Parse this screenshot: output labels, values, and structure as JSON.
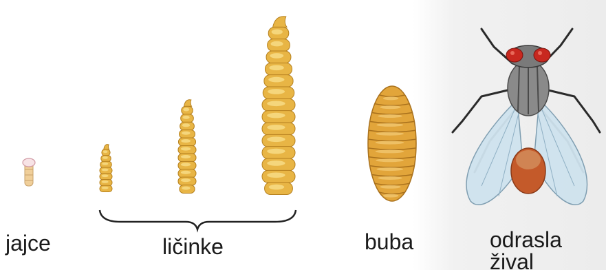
{
  "colors": {
    "larva_body": "#e8b545",
    "larva_highlight": "#f8df8a",
    "larva_segment_line": "#b5801f",
    "pupa_body": "#e2a53a",
    "pupa_segment_line": "#a8701c",
    "fly_eye": "#c8281f",
    "fly_thorax": "#8a8a8a",
    "fly_abdomen": "#c45a2a",
    "fly_wing": "#cfe3ee",
    "bracket": "#222222",
    "label_text": "#1a1a1a"
  },
  "stages": {
    "egg": {
      "label": "jajce"
    },
    "larvae": {
      "label": "ličinke"
    },
    "pupa": {
      "label": "buba"
    },
    "adult": {
      "label_line1": "odrasla",
      "label_line2": "žival"
    }
  }
}
